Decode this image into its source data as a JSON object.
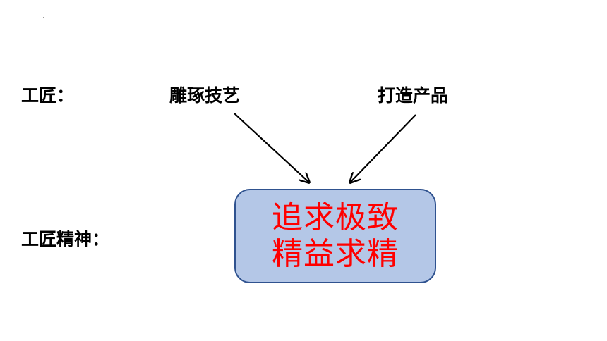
{
  "labels": {
    "craftsman": "工匠：",
    "craftsman_spirit": "工匠精神：",
    "carve_skill": "雕琢技艺",
    "make_product": "打造产品"
  },
  "center_box": {
    "line1": "追求极致",
    "line2": "精益求精"
  },
  "colors": {
    "box_fill": "#b4c7e7",
    "box_border": "#2f528f",
    "box_text": "#ff0000",
    "arrow": "#000000"
  }
}
